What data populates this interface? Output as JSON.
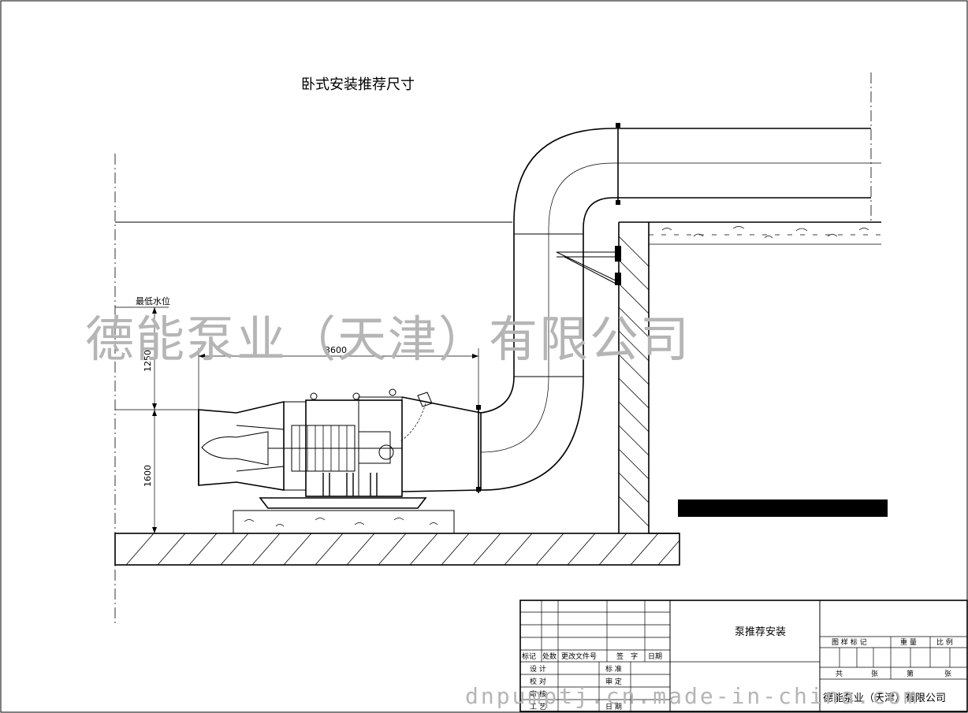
{
  "drawing": {
    "title": "卧式安装推荐尺寸",
    "water_level_label": "最低水位",
    "dim_horizontal": "3600",
    "dim_upper_vertical": "1250",
    "dim_lower_vertical": "1600"
  },
  "watermark": {
    "company": "德能泵业（天津）有限公司",
    "site": "dnpumptj.cn.made-in-china.com"
  },
  "title_block": {
    "revision_headers": [
      "标记",
      "处数",
      "更改文件号",
      "签",
      "字",
      "日期"
    ],
    "left_rows": [
      "设 计",
      "校 对",
      "审 核",
      "工 艺"
    ],
    "mid_rows": [
      "标 准",
      "审 定",
      "日 期"
    ],
    "drawing_name": "泵推荐安装",
    "marks_headers": [
      "图 样 标 记",
      "重 量",
      "比 例"
    ],
    "sheet_total": "共",
    "sheet_label": "张",
    "sheet_no": "第",
    "sheet_label2": "张",
    "company": "德能泵业（天津）有限公司"
  }
}
